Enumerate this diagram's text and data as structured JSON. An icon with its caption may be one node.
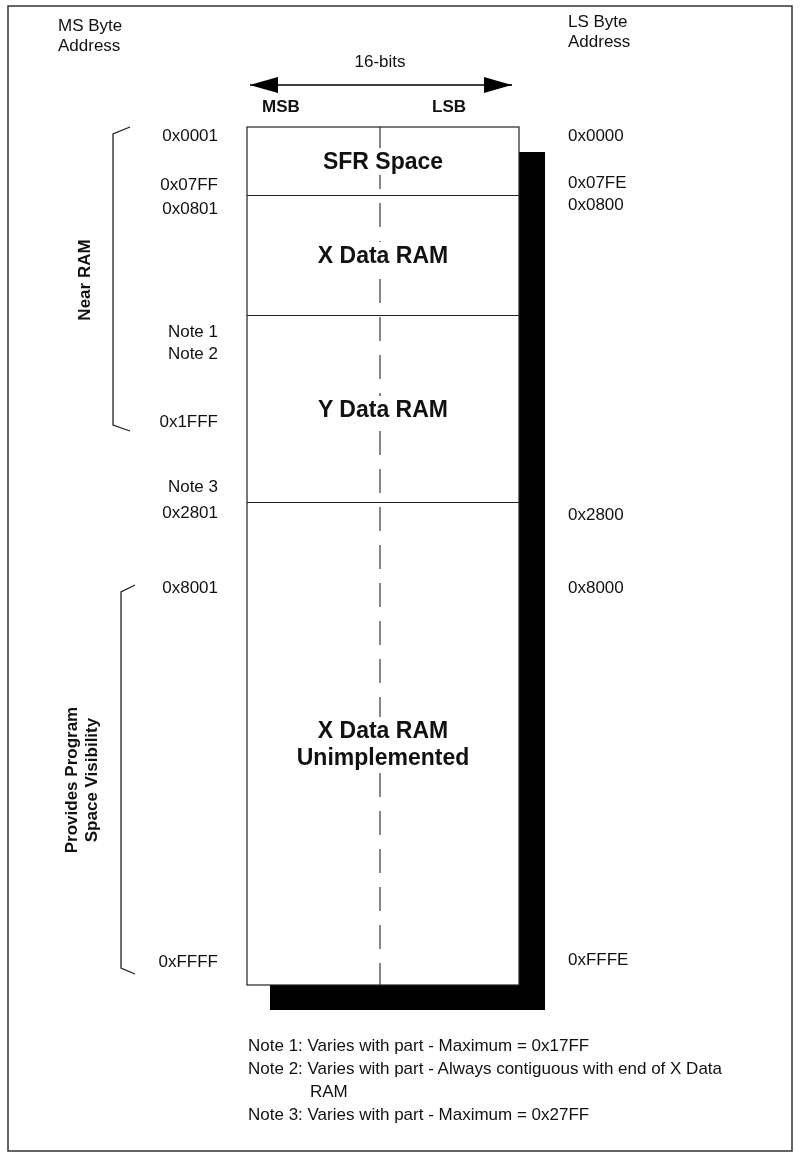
{
  "diagram": {
    "nodes": [
      {
        "text": [
          "SFR Space"
        ]
      },
      {
        "text": [
          "X Data RAM"
        ]
      },
      {
        "text": [
          "Y Data RAM"
        ]
      },
      {
        "text": [
          "X Data RAM Unimplemented"
        ]
      }
    ],
    "edges": [],
    "labels": [
      "MS Byte Address",
      "16-bits",
      "LS Byte Address",
      "MSB",
      "LSB",
      "0x0001",
      "0x0000",
      "0x07FF",
      "0x07FE",
      "0x0801",
      "0x0800",
      "Near RAM",
      "Note 1",
      "Note 2",
      "0x1FFF",
      "Note 3",
      "0x2801",
      "0x2800",
      "0x8001",
      "0x8000",
      "Provides Program Space Visibility",
      "0xFFFF",
      "0xFFFE",
      "Note 1: Varies with part - Maximum = 0x17FF",
      "Note 2: Varies with part - Always contiguous with end of X Data RAM",
      "Note 3: Varies with part - Maximum = 0x27FF"
    ]
  }
}
